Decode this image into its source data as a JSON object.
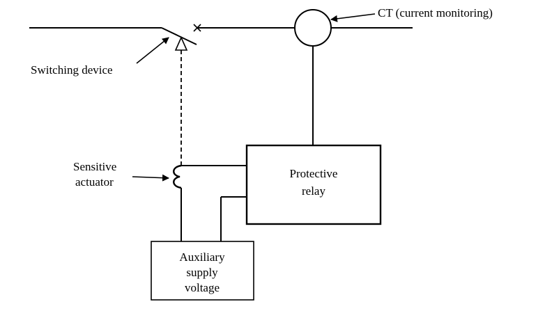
{
  "labels": {
    "ct": "CT (current monitoring)",
    "switching_device": "Switching device",
    "sensitive_actuator_line1": "Sensitive",
    "sensitive_actuator_line2": "actuator",
    "protective_relay_line1": "Protective",
    "protective_relay_line2": "relay",
    "aux_line1": "Auxiliary",
    "aux_line2": "supply",
    "aux_line3": "voltage"
  },
  "colors": {
    "stroke": "#000000",
    "background": "#ffffff"
  }
}
